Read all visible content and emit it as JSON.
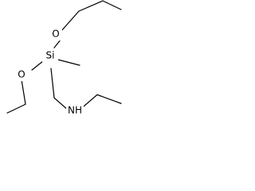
{
  "molecule": {
    "atoms": {
      "o_top": "O",
      "o_left": "O",
      "si": "Si",
      "nh": "NH"
    }
  }
}
